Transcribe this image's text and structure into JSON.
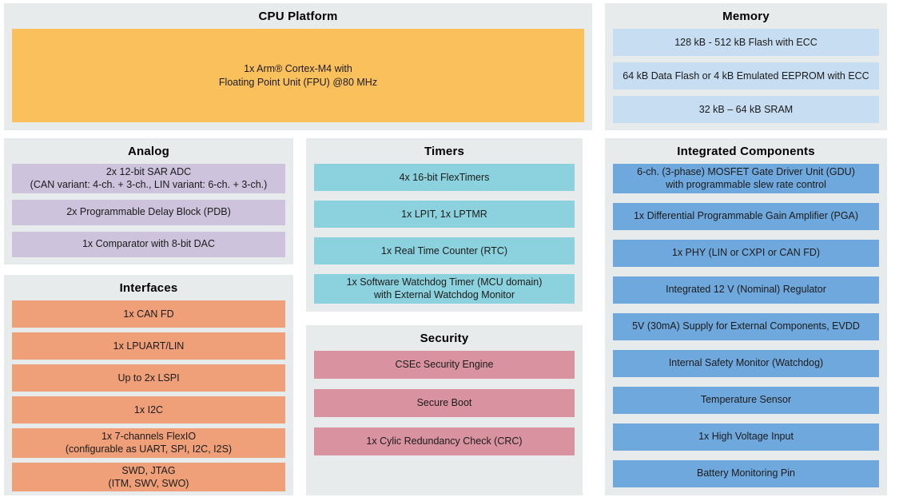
{
  "page": {
    "background": "#ffffff",
    "panel_bg": "#e8ebec",
    "text_color": "#1b1b1b",
    "title_color": "#000000"
  },
  "sections": {
    "cpu": {
      "title": "CPU Platform",
      "color": "#fac05c",
      "items": [
        "1x Arm® Cortex-M4 with\nFloating Point Unit (FPU) @80 MHz"
      ]
    },
    "memory": {
      "title": "Memory",
      "color": "#c7ddf1",
      "items": [
        "128 kB - 512 kB Flash with ECC",
        "64 kB Data Flash or 4 kB Emulated EEPROM with ECC",
        "32 kB – 64 kB SRAM"
      ]
    },
    "analog": {
      "title": "Analog",
      "color": "#cdc3dc",
      "items": [
        "2x 12-bit SAR ADC\n(CAN variant: 4-ch. + 3-ch., LIN variant: 6-ch. + 3-ch.)",
        "2x Programmable Delay Block (PDB)",
        "1x Comparator with 8-bit DAC"
      ]
    },
    "timers": {
      "title": "Timers",
      "color": "#8bd2de",
      "items": [
        "4x 16-bit FlexTimers",
        "1x LPIT, 1x LPTMR",
        "1x Real Time Counter (RTC)",
        "1x Software Watchdog Timer (MCU domain)\nwith External Watchdog Monitor"
      ]
    },
    "interfaces": {
      "title": "Interfaces",
      "color": "#efa078",
      "items": [
        "1x CAN FD",
        "1x LPUART/LIN",
        "Up to 2x LSPI",
        "1x I2C",
        "1x 7-channels FlexIO\n(configurable as UART, SPI, I2C, I2S)",
        "SWD, JTAG\n(ITM, SWV, SWO)"
      ]
    },
    "security": {
      "title": "Security",
      "color": "#d9929f",
      "items": [
        "CSEc Security Engine",
        "Secure Boot",
        "1x Cylic Redundancy Check (CRC)"
      ]
    },
    "integrated": {
      "title": "Integrated Components",
      "color": "#6fa8dc",
      "items": [
        "6-ch. (3-phase) MOSFET Gate Driver Unit (GDU)\nwith programmable slew rate control",
        "1x Differential Programmable Gain Amplifier (PGA)",
        "1x PHY (LIN or CXPI or CAN FD)",
        "Integrated 12 V (Nominal) Regulator",
        "5V (30mA) Supply for External Components, EVDD",
        "Internal Safety Monitor (Watchdog)",
        "Temperature Sensor",
        "1x High Voltage Input",
        "Battery Monitoring Pin"
      ]
    }
  }
}
